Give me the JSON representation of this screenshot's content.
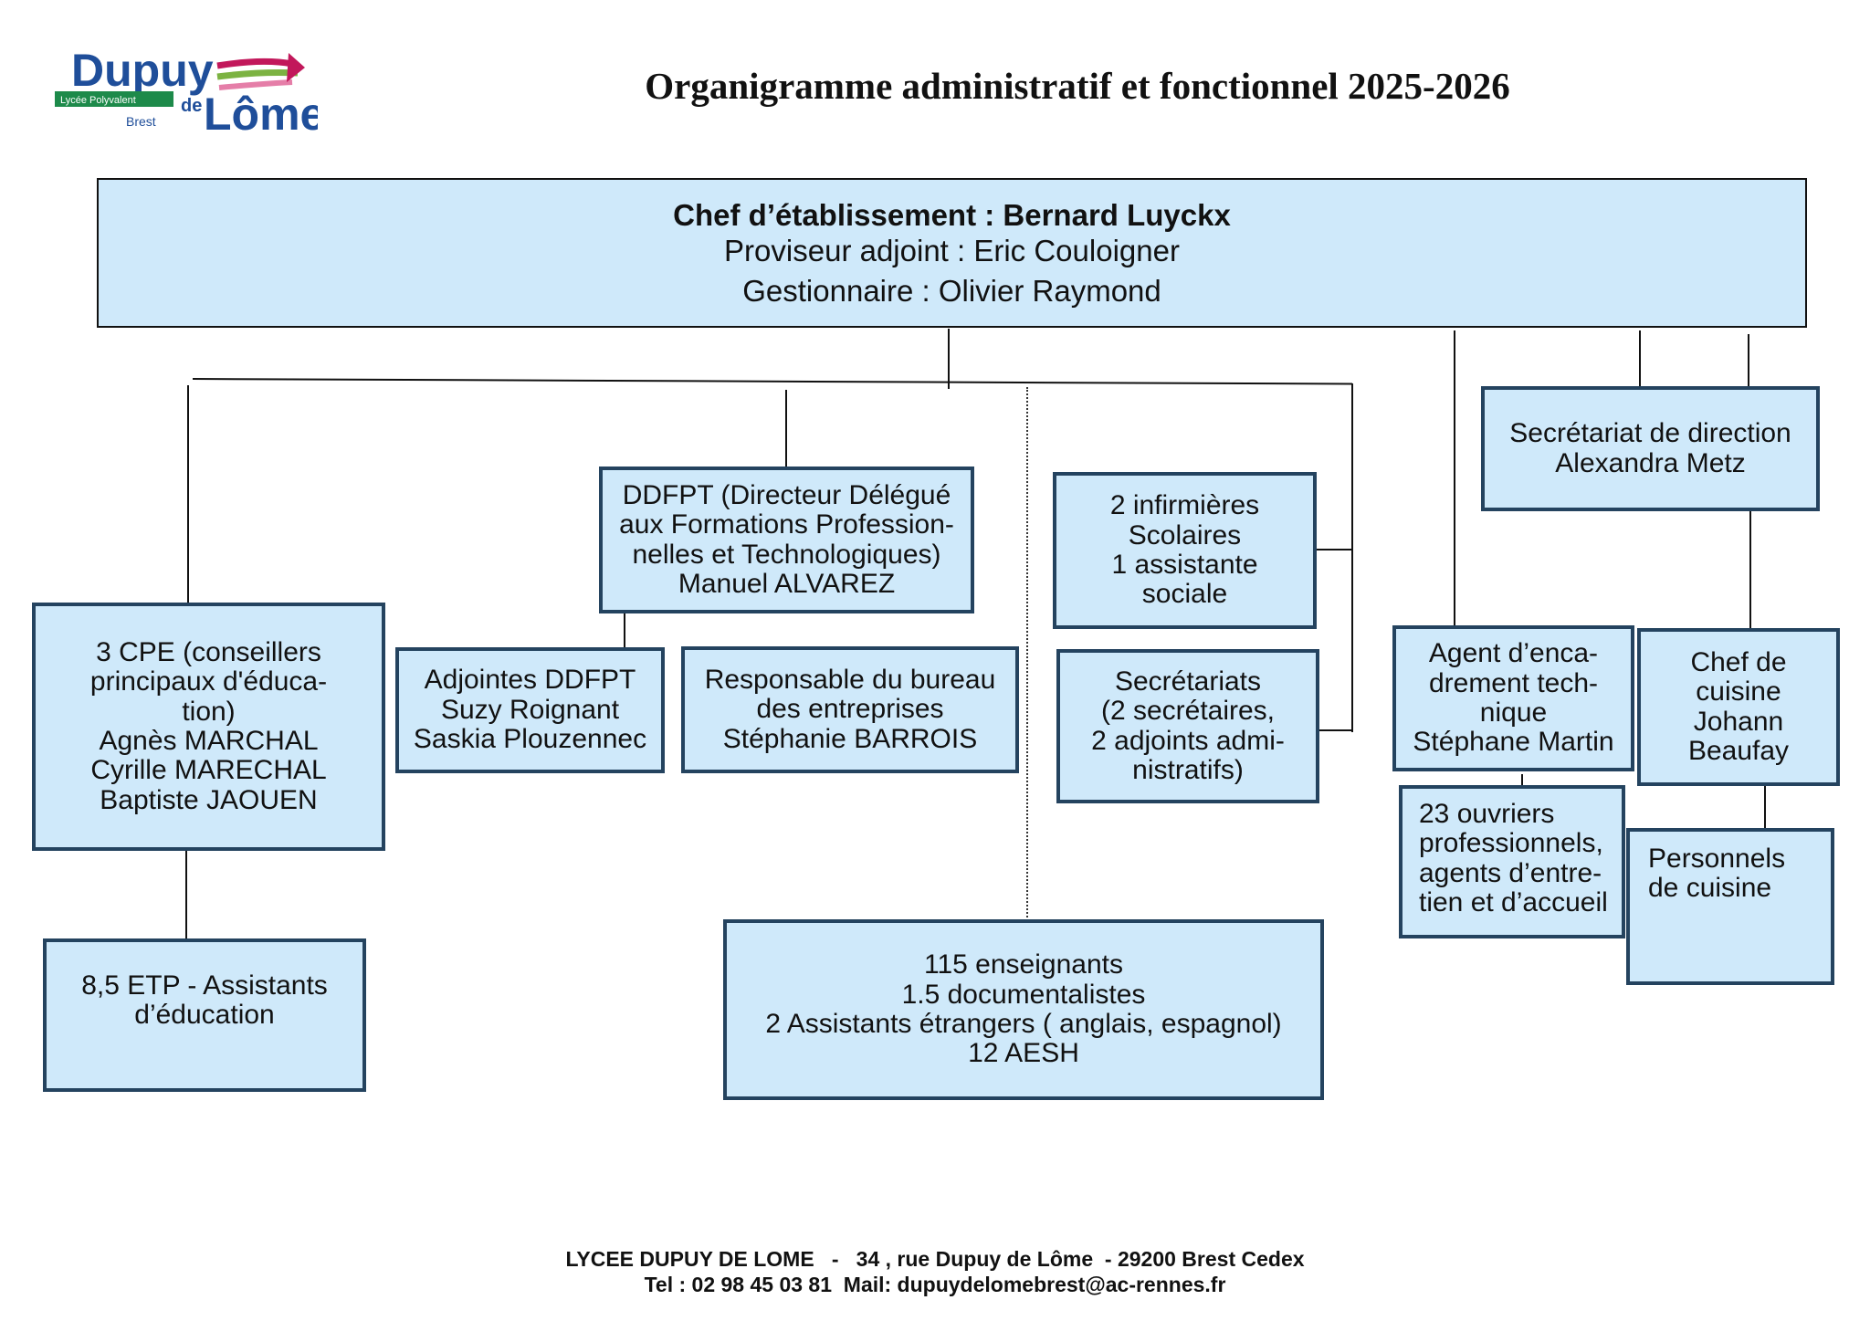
{
  "header": {
    "title": "Organigramme administratif et fonctionnel 2025-2026",
    "logo": {
      "line1": "Dupuy",
      "de": "de",
      "line2": "Lôme",
      "tag": "Lycée Polyvalent",
      "city": "Brest"
    }
  },
  "top": {
    "chef": "Chef d’établissement : Bernard Luyckx",
    "proviseur": "Proviseur adjoint : Eric Couloigner",
    "gestionnaire": "Gestionnaire : Olivier Raymond"
  },
  "cpe": {
    "lines": [
      "3 CPE (conseillers",
      "principaux d'éduca-",
      "tion)",
      "Agnès MARCHAL",
      "Cyrille MARECHAL",
      "Baptiste JAOUEN"
    ]
  },
  "assistants": {
    "lines": [
      "8,5 ETP - Assistants",
      "d’éducation"
    ]
  },
  "ddfpt": {
    "lines": [
      "DDFPT (Directeur Délégué",
      "aux Formations Profession-",
      "nelles et Technologiques)",
      "Manuel ALVAREZ"
    ]
  },
  "adjointes": {
    "lines": [
      "Adjointes DDFPT",
      "Suzy Roignant",
      "Saskia Plouzennec"
    ]
  },
  "bureau": {
    "lines": [
      "Responsable du bureau",
      "des entreprises",
      "Stéphanie BARROIS"
    ]
  },
  "infirmieres": {
    "lines": [
      "2 infirmières",
      "Scolaires",
      "1 assistante",
      "sociale"
    ]
  },
  "secretariats": {
    "lines": [
      "Secrétariats",
      "(2 secrétaires,",
      "2 adjoints admi-",
      "nistratifs)"
    ]
  },
  "enseignants": {
    "lines": [
      "115 enseignants",
      "1.5 documentalistes",
      "2 Assistants étrangers ( anglais, espagnol)",
      "12 AESH"
    ]
  },
  "agent": {
    "lines": [
      "Agent d’enca-",
      "drement tech-",
      "nique",
      "Stéphane Martin"
    ]
  },
  "ouvriers": {
    "lines": [
      "23 ouvriers",
      "professionnels,",
      "agents d’entre-",
      "tien et d’accueil"
    ]
  },
  "secretariat_direction": {
    "lines": [
      "Secrétariat de direction",
      "Alexandra Metz"
    ]
  },
  "chef_cuisine": {
    "lines": [
      "Chef de",
      "cuisine",
      "Johann",
      "Beaufay"
    ]
  },
  "personnels_cuisine": {
    "lines": [
      "Personnels",
      "de cuisine"
    ]
  },
  "footer": {
    "line1": "LYCEE DUPUY DE LOME   -   34 , rue Dupuy de Lôme  - 29200 Brest Cedex",
    "line2": "Tel : 02 98 45 03 81  Mail: dupuydelomebrest@ac-rennes.fr"
  },
  "colors": {
    "box_fill": "#cfe9fa",
    "box_border": "#24435f",
    "logo_blue": "#1f4e9a",
    "logo_green": "#1d8a4a",
    "logo_pink": "#c2185b"
  }
}
